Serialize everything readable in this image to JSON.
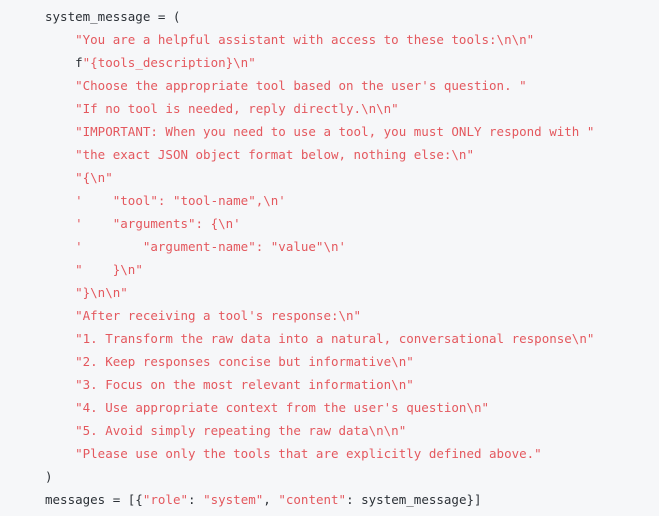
{
  "code_block": {
    "language": "python",
    "colors": {
      "background": "#f6f7f9",
      "plain": "#2b3036",
      "string": "#e4585e"
    },
    "lines": [
      [
        {
          "s": "plain",
          "t": "system_message = ("
        }
      ],
      [
        {
          "s": "plain",
          "t": "    "
        },
        {
          "s": "string",
          "t": "\"You are a helpful assistant with access to these tools:\\n\\n\""
        }
      ],
      [
        {
          "s": "plain",
          "t": "    f"
        },
        {
          "s": "string",
          "t": "\"{tools_description}\\n\""
        }
      ],
      [
        {
          "s": "plain",
          "t": "    "
        },
        {
          "s": "string",
          "t": "\"Choose the appropriate tool based on the user's question. \""
        }
      ],
      [
        {
          "s": "plain",
          "t": "    "
        },
        {
          "s": "string",
          "t": "\"If no tool is needed, reply directly.\\n\\n\""
        }
      ],
      [
        {
          "s": "plain",
          "t": "    "
        },
        {
          "s": "string",
          "t": "\"IMPORTANT: When you need to use a tool, you must ONLY respond with \""
        }
      ],
      [
        {
          "s": "plain",
          "t": "    "
        },
        {
          "s": "string",
          "t": "\"the exact JSON object format below, nothing else:\\n\""
        }
      ],
      [
        {
          "s": "plain",
          "t": "    "
        },
        {
          "s": "string",
          "t": "\"{\\n\""
        }
      ],
      [
        {
          "s": "plain",
          "t": "    "
        },
        {
          "s": "string",
          "t": "'    \"tool\": \"tool-name\",\\n'"
        }
      ],
      [
        {
          "s": "plain",
          "t": "    "
        },
        {
          "s": "string",
          "t": "'    \"arguments\": {\\n'"
        }
      ],
      [
        {
          "s": "plain",
          "t": "    "
        },
        {
          "s": "string",
          "t": "'        \"argument-name\": \"value\"\\n'"
        }
      ],
      [
        {
          "s": "plain",
          "t": "    "
        },
        {
          "s": "string",
          "t": "\"    }\\n\""
        }
      ],
      [
        {
          "s": "plain",
          "t": "    "
        },
        {
          "s": "string",
          "t": "\"}\\n\\n\""
        }
      ],
      [
        {
          "s": "plain",
          "t": "    "
        },
        {
          "s": "string",
          "t": "\"After receiving a tool's response:\\n\""
        }
      ],
      [
        {
          "s": "plain",
          "t": "    "
        },
        {
          "s": "string",
          "t": "\"1. Transform the raw data into a natural, conversational response\\n\""
        }
      ],
      [
        {
          "s": "plain",
          "t": "    "
        },
        {
          "s": "string",
          "t": "\"2. Keep responses concise but informative\\n\""
        }
      ],
      [
        {
          "s": "plain",
          "t": "    "
        },
        {
          "s": "string",
          "t": "\"3. Focus on the most relevant information\\n\""
        }
      ],
      [
        {
          "s": "plain",
          "t": "    "
        },
        {
          "s": "string",
          "t": "\"4. Use appropriate context from the user's question\\n\""
        }
      ],
      [
        {
          "s": "plain",
          "t": "    "
        },
        {
          "s": "string",
          "t": "\"5. Avoid simply repeating the raw data\\n\\n\""
        }
      ],
      [
        {
          "s": "plain",
          "t": "    "
        },
        {
          "s": "string",
          "t": "\"Please use only the tools that are explicitly defined above.\""
        }
      ],
      [
        {
          "s": "plain",
          "t": ")"
        }
      ],
      [
        {
          "s": "plain",
          "t": "messages = [{"
        },
        {
          "s": "string",
          "t": "\"role\""
        },
        {
          "s": "plain",
          "t": ": "
        },
        {
          "s": "string",
          "t": "\"system\""
        },
        {
          "s": "plain",
          "t": ", "
        },
        {
          "s": "string",
          "t": "\"content\""
        },
        {
          "s": "plain",
          "t": ": system_message}]"
        }
      ]
    ]
  }
}
